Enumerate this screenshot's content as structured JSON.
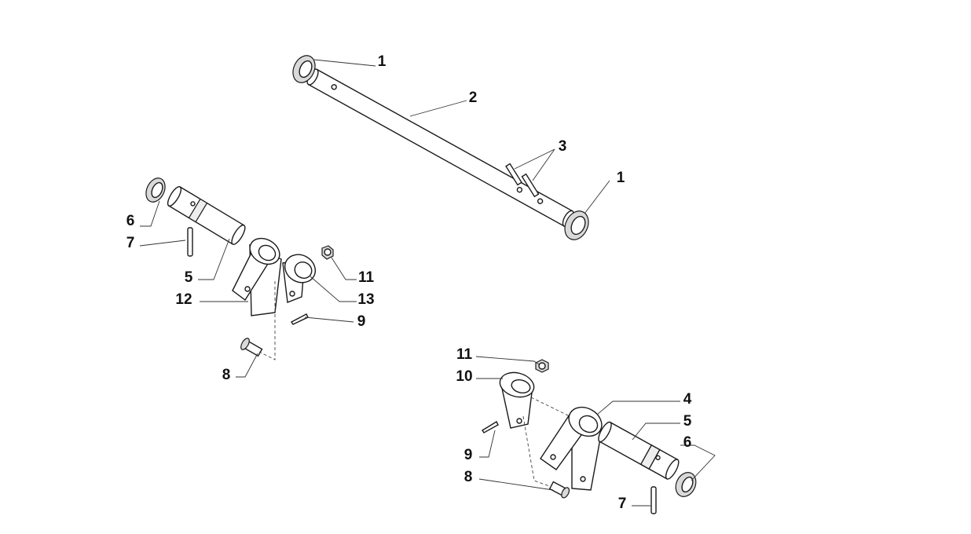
{
  "diagram": {
    "title": "Exploded parts view",
    "callouts": [
      {
        "id": "c1a",
        "label": "1"
      },
      {
        "id": "c2",
        "label": "2"
      },
      {
        "id": "c3",
        "label": "3"
      },
      {
        "id": "c1b",
        "label": "1"
      },
      {
        "id": "c6a",
        "label": "6"
      },
      {
        "id": "c7a",
        "label": "7"
      },
      {
        "id": "c5a",
        "label": "5"
      },
      {
        "id": "c12",
        "label": "12"
      },
      {
        "id": "c11a",
        "label": "11"
      },
      {
        "id": "c13",
        "label": "13"
      },
      {
        "id": "c9a",
        "label": "9"
      },
      {
        "id": "c8a",
        "label": "8"
      },
      {
        "id": "c11b",
        "label": "11"
      },
      {
        "id": "c10",
        "label": "10"
      },
      {
        "id": "c4",
        "label": "4"
      },
      {
        "id": "c5b",
        "label": "5"
      },
      {
        "id": "c6b",
        "label": "6"
      },
      {
        "id": "c9b",
        "label": "9"
      },
      {
        "id": "c8b",
        "label": "8"
      },
      {
        "id": "c7b",
        "label": "7"
      }
    ]
  }
}
